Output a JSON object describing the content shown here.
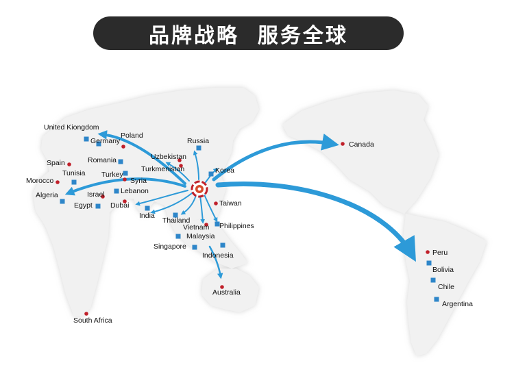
{
  "header": {
    "title": "品牌战略  服务全球"
  },
  "colors": {
    "banner": "#2b2b2b",
    "arrow": "#2d9ad8",
    "dot": "#c0202a",
    "square": "#2e86c9",
    "land": "#f1f1f1"
  },
  "icons": {
    "hub": "brand-logo-icon",
    "dot": "red-dot-icon",
    "square": "blue-square-icon"
  },
  "locations": [
    {
      "name": "United Kiongdom"
    },
    {
      "name": "Poland"
    },
    {
      "name": "Germany"
    },
    {
      "name": "Russia"
    },
    {
      "name": "Spain"
    },
    {
      "name": "Romania"
    },
    {
      "name": "Uzbekistan"
    },
    {
      "name": "Tunisia"
    },
    {
      "name": "Turkmenistan"
    },
    {
      "name": "Korea"
    },
    {
      "name": "Turkey"
    },
    {
      "name": "Syria"
    },
    {
      "name": "Morocco"
    },
    {
      "name": "Lebanon"
    },
    {
      "name": "Algeria"
    },
    {
      "name": "Israel"
    },
    {
      "name": "Egypt"
    },
    {
      "name": "Dubai"
    },
    {
      "name": "Taiwan"
    },
    {
      "name": "India"
    },
    {
      "name": "Thailand"
    },
    {
      "name": "Philippines"
    },
    {
      "name": "Vietnam"
    },
    {
      "name": "Malaysia"
    },
    {
      "name": "Singapore"
    },
    {
      "name": "Indonesia"
    },
    {
      "name": "Australia"
    },
    {
      "name": "South Africa"
    },
    {
      "name": "Canada"
    },
    {
      "name": "Peru"
    },
    {
      "name": "Bolivia"
    },
    {
      "name": "Chile"
    },
    {
      "name": "Argentina"
    }
  ]
}
